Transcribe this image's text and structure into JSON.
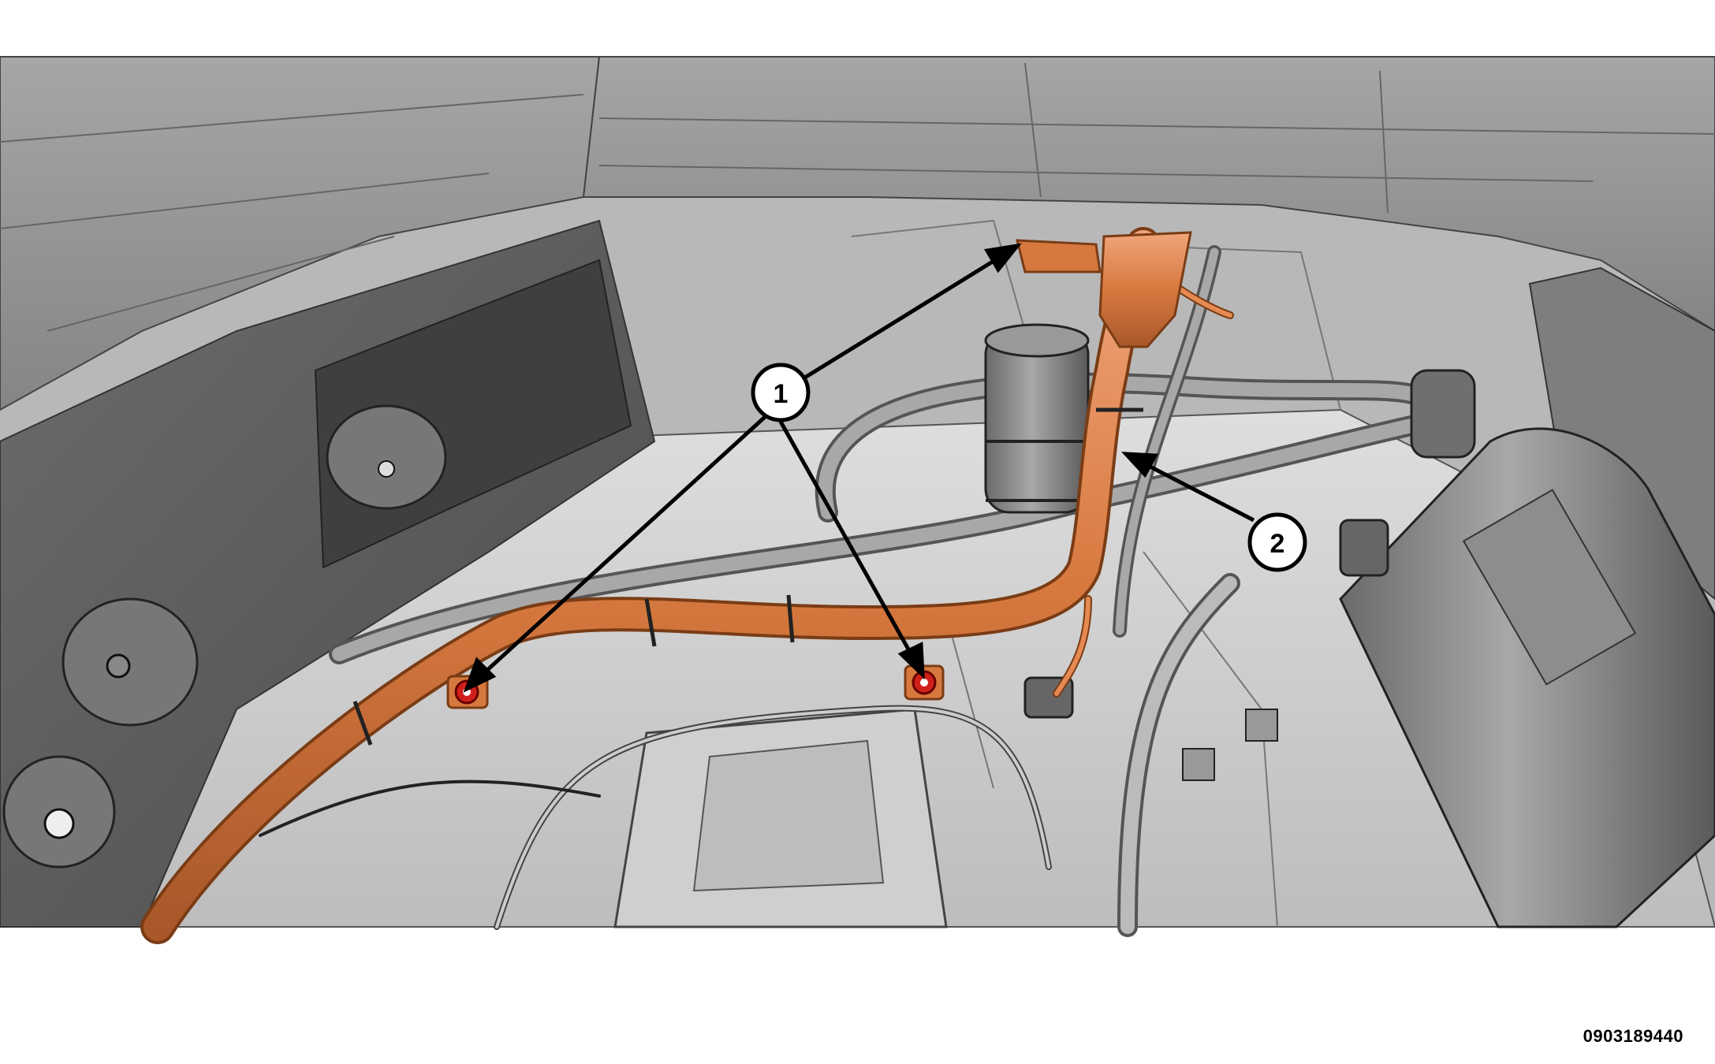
{
  "figure_code": "0903189440",
  "callouts": [
    {
      "id": "1",
      "label": "1"
    },
    {
      "id": "2",
      "label": "2"
    }
  ],
  "colors": {
    "background": "#ffffff",
    "panel_gray": "#8c8c8c",
    "dark_gray": "#5e5e5e",
    "light_gray": "#d4d4d4",
    "harness_orange": "#d7793f",
    "highlight_red": "#d0201a",
    "leader_line": "#000000"
  },
  "icons": {
    "ground_stud": "ground-stud-icon",
    "callout_bubble": "callout-bubble-icon"
  }
}
